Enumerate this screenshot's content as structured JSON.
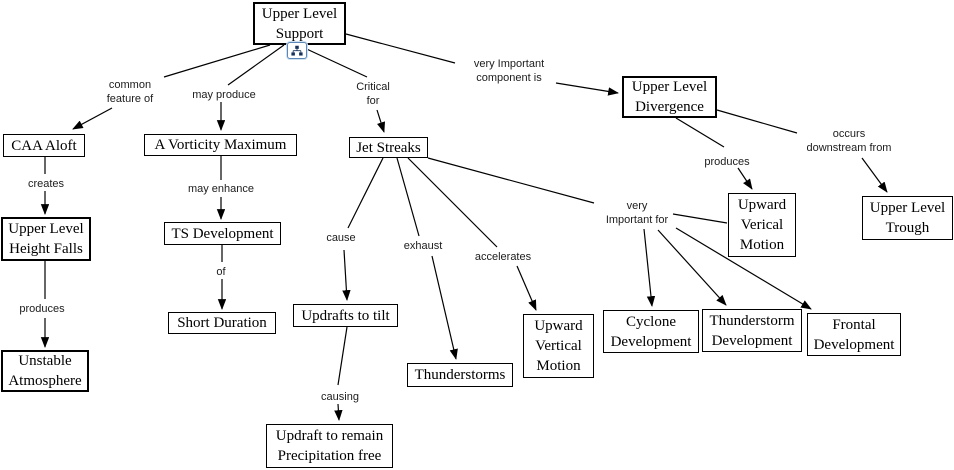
{
  "title": "Upper Level Support concept map",
  "colors": {
    "background": "#ffffff",
    "line": "#000000",
    "node_border": "#000000",
    "node_text": "#000000",
    "label_text": "#1c1c1c",
    "icon_accent": "#5b87b8",
    "icon_glyph": "#16325c"
  },
  "icons": {
    "support_node_icon": "sitemap-icon"
  },
  "nodes": {
    "upper_level_support": {
      "label": "Upper Level\nSupport"
    },
    "caa_aloft": {
      "label": "CAA Aloft"
    },
    "vorticity_maximum": {
      "label": "A Vorticity Maximum"
    },
    "jet_streaks": {
      "label": "Jet Streaks"
    },
    "upper_level_divergence": {
      "label": "Upper Level\nDivergence"
    },
    "upper_level_height_falls": {
      "label": "Upper Level\nHeight Falls"
    },
    "unstable_atmosphere": {
      "label": "Unstable\nAtmosphere"
    },
    "ts_development": {
      "label": "TS Development"
    },
    "short_duration": {
      "label": "Short Duration"
    },
    "updrafts_to_tilt": {
      "label": "Updrafts to tilt"
    },
    "thunderstorms": {
      "label": "Thunderstorms"
    },
    "upward_vertical_motion": {
      "label": "Upward\nVertical\nMotion"
    },
    "upward_verical_motion": {
      "label": "Upward\nVerical\nMotion"
    },
    "upper_level_trough": {
      "label": "Upper Level\nTrough"
    },
    "cyclone_development": {
      "label": "Cyclone\nDevelopment"
    },
    "thunderstorm_development": {
      "label": "Thunderstorm\nDevelopment"
    },
    "frontal_development": {
      "label": "Frontal\nDevelopment"
    },
    "updraft_precipitation_free": {
      "label": "Updraft to remain\nPrecipitation free"
    }
  },
  "links": {
    "common_feature_of": {
      "label": "common\nfeature of"
    },
    "may_produce": {
      "label": "may produce"
    },
    "critical_for": {
      "label": "Critical\nfor"
    },
    "very_important_component_is": {
      "label": "very  Important\ncomponent is"
    },
    "creates": {
      "label": "creates"
    },
    "may_enhance": {
      "label": "may enhance"
    },
    "produces_left": {
      "label": "produces"
    },
    "of": {
      "label": "of"
    },
    "cause": {
      "label": "cause"
    },
    "exhaust": {
      "label": "exhaust"
    },
    "accelerates": {
      "label": "accelerates"
    },
    "very_important_for": {
      "label": "very\nImportant for"
    },
    "produces_right": {
      "label": "produces"
    },
    "occurs_downstream_from": {
      "label": "occurs\ndownstream from"
    },
    "causing": {
      "label": "causing"
    }
  }
}
